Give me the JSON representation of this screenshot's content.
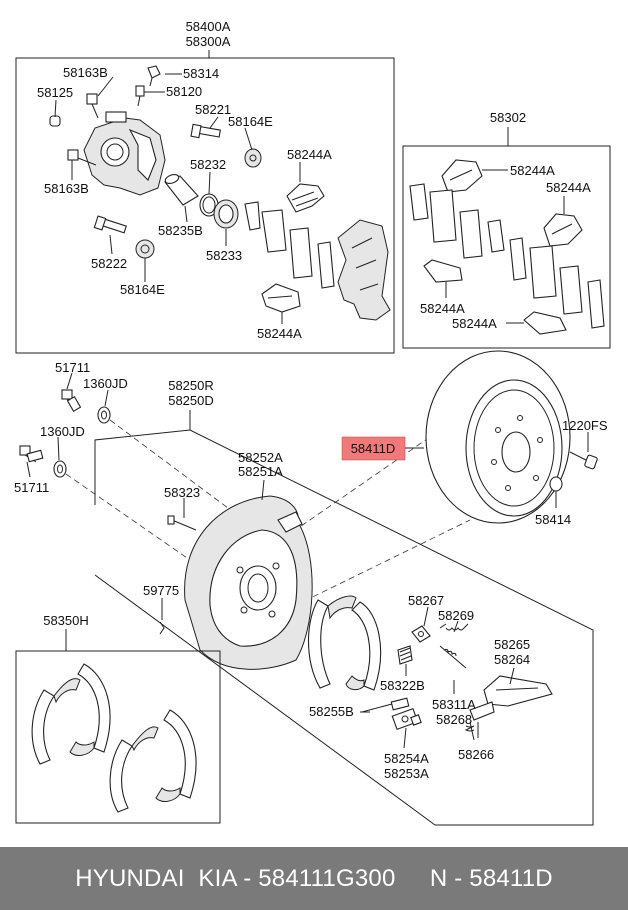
{
  "labels": {
    "caliper_assy_a": "58400A",
    "caliper_assy_b": "58300A",
    "c_58163b_top": "58163B",
    "c_58314": "58314",
    "c_58125": "58125",
    "c_58120": "58120",
    "c_58221": "58221",
    "c_58164e_top": "58164E",
    "c_58163b_bot": "58163B",
    "c_58232": "58232",
    "c_58244a_cal_top": "58244A",
    "c_58235b": "58235B",
    "c_58222": "58222",
    "c_58233": "58233",
    "c_58164e_bot": "58164E",
    "c_58244a_cal_bot": "58244A",
    "pad_kit": "58302",
    "p_58244a_1": "58244A",
    "p_58244a_2": "58244A",
    "p_58244a_3": "58244A",
    "p_58244a_4": "58244A",
    "b_51711_top": "51711",
    "b_1360jd_top": "1360JD",
    "b_1360jd_bot": "1360JD",
    "b_51711_bot": "51711",
    "drum_assy_a": "58250R",
    "drum_assy_b": "58250D",
    "disc_highlight": "58411D",
    "d_1220fs": "1220FS",
    "d_58414": "58414",
    "d_58252a": "58252A",
    "d_58251a": "58251A",
    "d_58323": "58323",
    "d_59775": "59775",
    "d_58267": "58267",
    "d_58269": "58269",
    "d_58265": "58265",
    "d_58264": "58264",
    "d_58322b": "58322B",
    "d_58311a": "58311A",
    "d_58268": "58268",
    "d_58255b": "58255B",
    "d_58266": "58266",
    "d_58254a": "58254A",
    "d_58253a": "58253A",
    "shoe_kit": "58350H"
  },
  "highlight_color": "#f07a7a",
  "footer": {
    "text": "HYUNDAI  KIA - 584111G300     N - 58411D"
  }
}
